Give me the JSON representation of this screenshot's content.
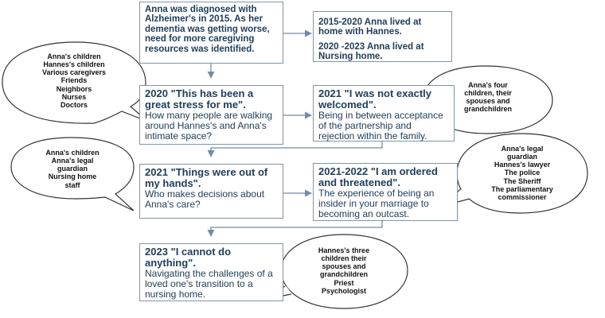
{
  "box_start": {
    "text": "Anna was diagnosed with Alzheimer's in 2015. As her dementia was getting worse, need for more caregiving resources was identified."
  },
  "box_living": {
    "line1": "2015-2020 Anna lived at home with Hannes.",
    "line2": "2020 -2023 Anna lived at Nursing home."
  },
  "box_2020": {
    "title": "2020 \"This has been a great stress for me\".",
    "body": "How many people are walking around Hannes's and Anna's intimate space?"
  },
  "box_2021a": {
    "title": "2021 \"I was not exactly welcomed\".",
    "body": "Being in between acceptance of the partnership and rejection within the family."
  },
  "box_2021b": {
    "title": "2021 \"Things were out of my hands\".",
    "body": "Who makes decisions about Anna's care?"
  },
  "box_2021_2022": {
    "title": "2021-2022 \"I am ordered and threatened\".",
    "body": "The experience of being an insider in your marriage to becoming an outcast."
  },
  "box_2023": {
    "title": "2023 \"I cannot do anything\".",
    "body": "Navigating the challenges of a loved one's transition to a nursing home."
  },
  "bubble_1": {
    "lines": [
      "Anna's children",
      "Hannes's children",
      "Various caregivers",
      "Friends",
      "Neighbors",
      "Nurses",
      "Doctors"
    ]
  },
  "bubble_2": {
    "lines": [
      "Anna's four",
      "children, their",
      "spouses and",
      "grandchildren"
    ]
  },
  "bubble_3": {
    "lines": [
      "Anna's children",
      "Anna's legal",
      "guardian",
      "Nursing home",
      "staff"
    ]
  },
  "bubble_4": {
    "lines": [
      "Anna's legal",
      "guardian",
      "Hannes's lawyer",
      "The police",
      "The Sheriff",
      "The parliamentary",
      "commissioner"
    ]
  },
  "bubble_5": {
    "lines": [
      "Hannes's three",
      "children their",
      "spouses and",
      "grandchildren",
      "Priest",
      "Psychologist"
    ]
  },
  "colors": {
    "text": "#1f3f60",
    "border": "#7f95ad",
    "arrow": "#6f8ca8"
  }
}
